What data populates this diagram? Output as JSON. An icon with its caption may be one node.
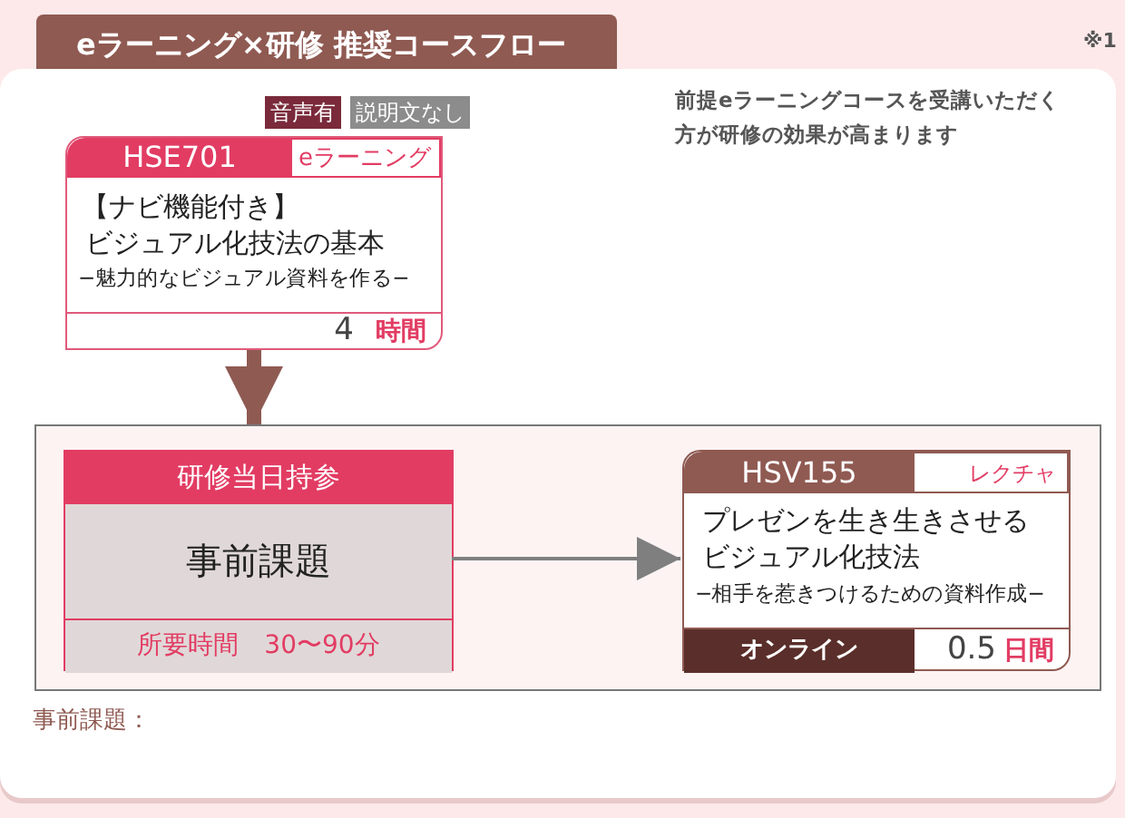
{
  "diagram": {
    "title": "eラーニング×研修 推奨コースフロー",
    "nodes": [
      {
        "text": [
          "HSE701",
          "eラーニング",
          "【ナビ機能付き】",
          "ビジュアル化技法の基本",
          "−魅力的なビジュアル資料を作る−",
          "4",
          "時間"
        ],
        "beside": [
          "音声有",
          "説明文なし"
        ]
      },
      {
        "text": [],
        "shape": "box"
      },
      {
        "text": [
          "研修当日持参",
          "事前課題",
          "所要時間　30〜90分"
        ],
        "in": 1
      },
      {
        "text": [
          "HSV155",
          "レクチャ",
          "プレゼンを生き生きさせる",
          "ビジュアル化技法",
          "−相手を惹きつけるための資料作成−",
          "オンライン",
          "0.5",
          "日間"
        ],
        "in": 1
      }
    ],
    "edges": [
      {
        "from": 0,
        "to": 1,
        "arrow": "to",
        "style": "thick",
        "color": "#8f5a52"
      },
      {
        "from": 2,
        "to": 3,
        "arrow": "to",
        "color": "#7f7f7f"
      }
    ],
    "labels": [
      "※1",
      "前提eラーニングコースを受講いただく方が研修の効果が高まります",
      "事前課題："
    ]
  }
}
